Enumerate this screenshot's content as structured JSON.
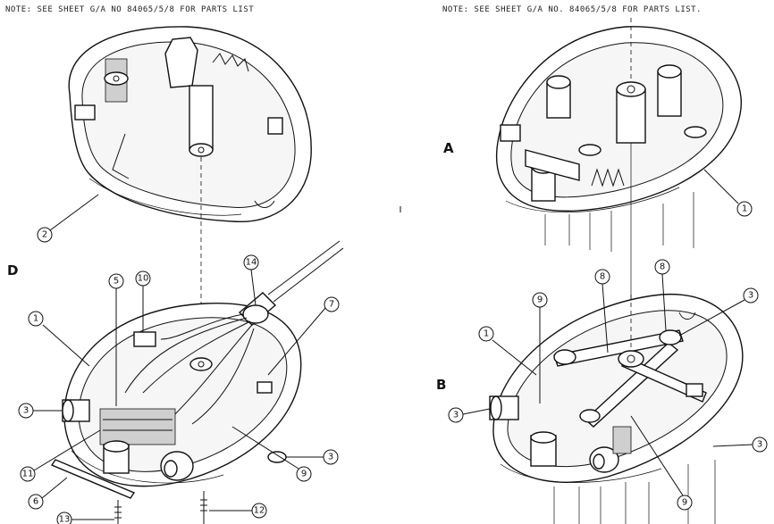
{
  "notes": {
    "left": "NOTE:  SEE SHEET G/A NO 84065/5/8 FOR PARTS LIST",
    "right": "NOTE:  SEE SHEET G/A NO. 84065/5/8  FOR PARTS LIST."
  },
  "sections": {
    "a": "A",
    "b": "B",
    "d": "D"
  },
  "callouts": {
    "top_left_2": "2",
    "top_right_1": "1",
    "d_1": "1",
    "d_5": "5",
    "d_10": "10",
    "d_14": "14",
    "d_7": "7",
    "d_3_left": "3",
    "d_3_right": "3",
    "d_11": "11",
    "d_6": "6",
    "d_13": "13",
    "d_12": "12",
    "d_9": "9",
    "b_1": "1",
    "b_9_top": "9",
    "b_8_a": "8",
    "b_8_b": "8",
    "b_3_top": "3",
    "b_3_left": "3",
    "b_3_right": "3",
    "b_9_bottom": "9"
  }
}
